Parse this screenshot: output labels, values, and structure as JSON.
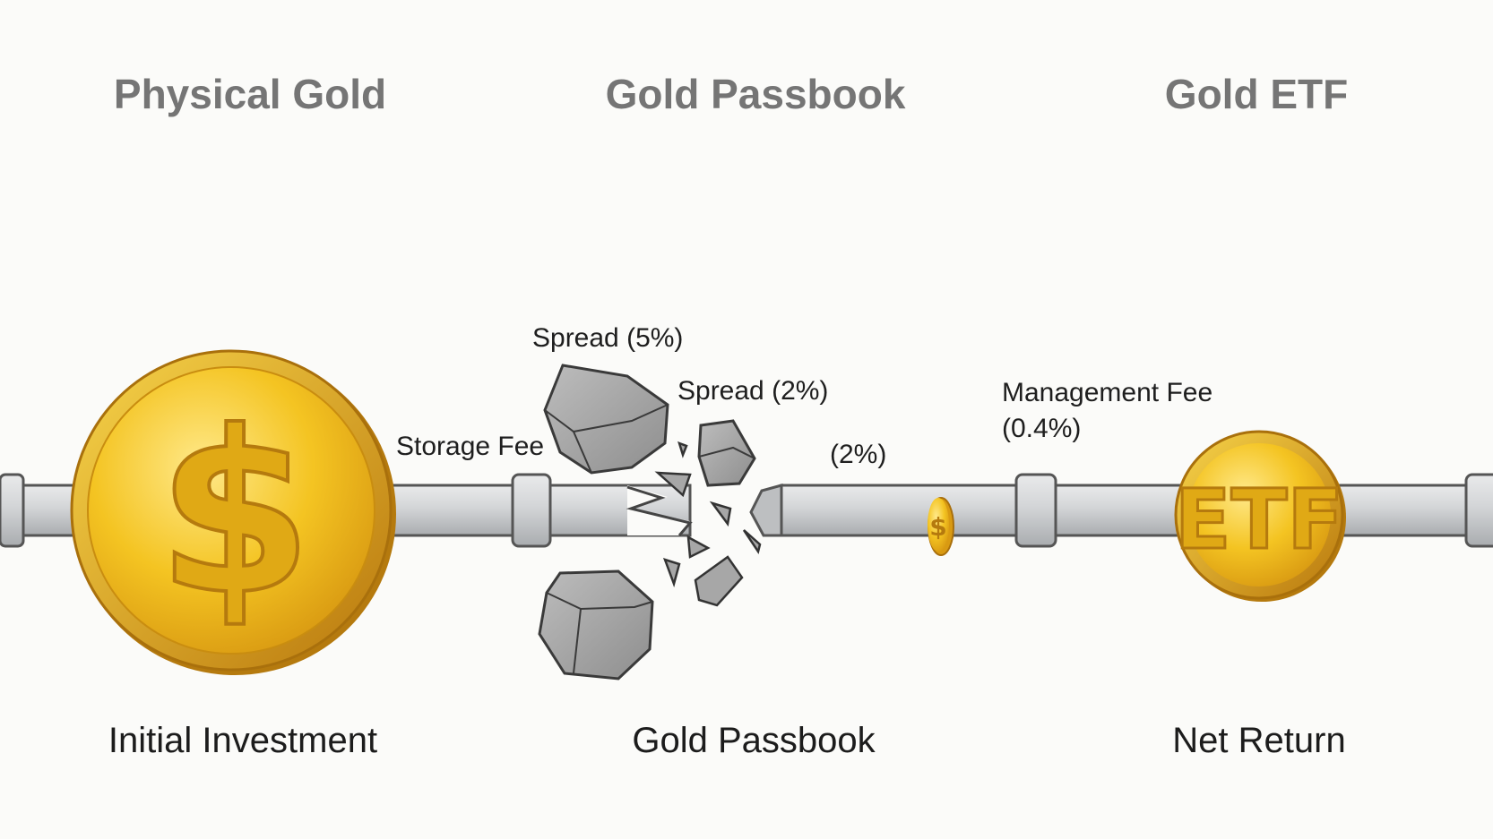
{
  "headings": {
    "physical_gold": "Physical Gold",
    "gold_passbook": "Gold Passbook",
    "gold_etf": "Gold ETF"
  },
  "labels": {
    "storage_fee": "Storage Fee",
    "spread_5": "Spread (5%)",
    "spread_2": "Spread (2%)",
    "fee_2": "(2%)",
    "management_fee": "Management Fee",
    "management_fee_pct": "(0.4%)"
  },
  "captions": {
    "initial_investment": "Initial Investment",
    "gold_passbook": "Gold Passbook",
    "net_return": "Net Return"
  },
  "icons": {
    "big_coin_symbol": "$",
    "small_coin_symbol": "$",
    "etf_coin_text": "ETF"
  },
  "colors": {
    "gold": "#f2c21f",
    "gold_dark": "#c98d10",
    "pipe": "#cfd1d3",
    "rock": "#9e9e9e",
    "heading": "#757575"
  }
}
